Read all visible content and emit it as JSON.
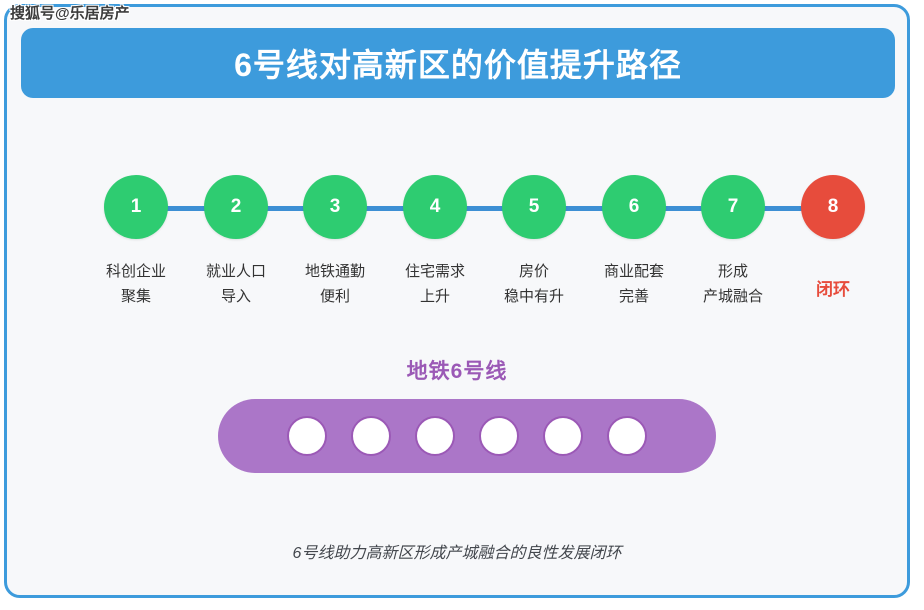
{
  "watermark": "搜狐号@乐居房产",
  "header": {
    "title": "6号线对高新区的价值提升路径",
    "background_color": "#3d9bdc"
  },
  "frame": {
    "border_color": "#3d9bdc",
    "background_color": "#f7f8fa"
  },
  "chain": {
    "connector_color": "#3d8fd4",
    "node_color": "#2ecc71",
    "final_node_color": "#e74c3c",
    "steps": [
      {
        "number": "1",
        "line1": "科创企业",
        "line2": "聚集",
        "color": "#2ecc71",
        "accent": false
      },
      {
        "number": "2",
        "line1": "就业人口",
        "line2": "导入",
        "color": "#2ecc71",
        "accent": false
      },
      {
        "number": "3",
        "line1": "地铁通勤",
        "line2": "便利",
        "color": "#2ecc71",
        "accent": false
      },
      {
        "number": "4",
        "line1": "住宅需求",
        "line2": "上升",
        "color": "#2ecc71",
        "accent": false
      },
      {
        "number": "5",
        "line1": "房价",
        "line2": "稳中有升",
        "color": "#2ecc71",
        "accent": false
      },
      {
        "number": "6",
        "line1": "商业配套",
        "line2": "完善",
        "color": "#2ecc71",
        "accent": false
      },
      {
        "number": "7",
        "line1": "形成",
        "line2": "产城融合",
        "color": "#2ecc71",
        "accent": false
      },
      {
        "number": "8",
        "line1": "闭环",
        "line2": "",
        "color": "#e74c3c",
        "accent": true
      }
    ]
  },
  "metro": {
    "caption": "地铁6号线",
    "caption_color": "#9b59b6",
    "bar_color": "#ab76c8",
    "station_count": 6,
    "station_color": "#ffffff"
  },
  "footer": {
    "note": "6号线助力高新区形成产城融合的良性发展闭环"
  }
}
